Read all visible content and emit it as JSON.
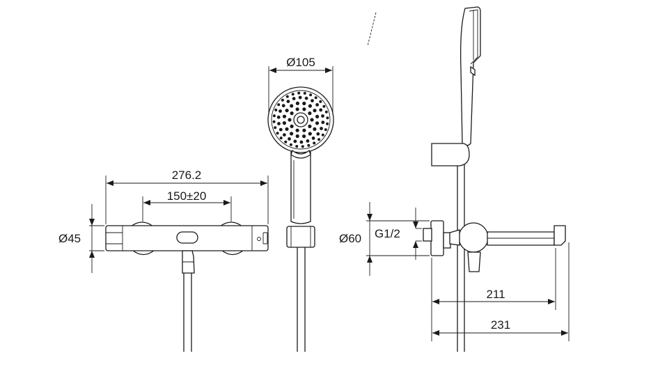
{
  "dimensions": {
    "front_width": "276.2",
    "front_centers": "150±20",
    "front_diameter": "Ø45",
    "head_diameter": "Ø105",
    "side_diameter": "Ø60",
    "side_thread": "G1/2",
    "side_depth_inner": "211",
    "side_depth_outer": "231"
  }
}
